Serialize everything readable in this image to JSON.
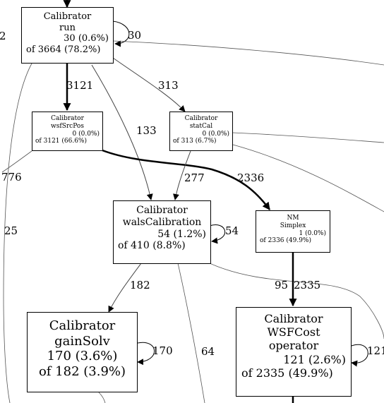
{
  "nodes": {
    "run": {
      "title": "Calibrator",
      "name": "run",
      "self": "30 (0.6%)",
      "cum": "of 3664 (78.2%)"
    },
    "wsfSrcPos": {
      "title": "Calibrator",
      "name": "wsfSrcPos",
      "self": "0 (0.0%)",
      "cum": "of 3121 (66.6%)"
    },
    "statCal": {
      "title": "Calibrator",
      "name": "statCal",
      "self": "0 (0.0%)",
      "cum": "of 313 (6.7%)"
    },
    "walsCalibration": {
      "title": "Calibrator",
      "name": "walsCalibration",
      "self": "54 (1.2%)",
      "cum": "of 410 (8.8%)"
    },
    "simplex": {
      "title": "NM",
      "name": "Simplex",
      "self": "1 (0.0%)",
      "cum": "of 2336 (49.9%)"
    },
    "gainSolv": {
      "title": "Calibrator",
      "name": "gainSolv",
      "self": "170 (3.6%)",
      "cum": "of 182 (3.9%)"
    },
    "wsfCost": {
      "title": "Calibrator",
      "name": "WSFCost",
      "name2": "operator",
      "self": "121 (2.6%)",
      "cum": "of 2335 (49.9%)"
    }
  },
  "edge_labels": {
    "left_2": "2",
    "run_self": "30",
    "run_to_wsf": "3121",
    "run_to_statcal": "313",
    "run_to_wals": "133",
    "left_776": "776",
    "statcal_to_wals": "277",
    "wsf_to_simplex": "2336",
    "left_25": "25",
    "wals_self": "54",
    "wals_to_gain": "182",
    "simplex_to_wsfcost": "95",
    "simplex_to_wsfcost_b": "2335",
    "gain_self": "170",
    "wals_64": "64",
    "wsfcost_self": "121"
  }
}
